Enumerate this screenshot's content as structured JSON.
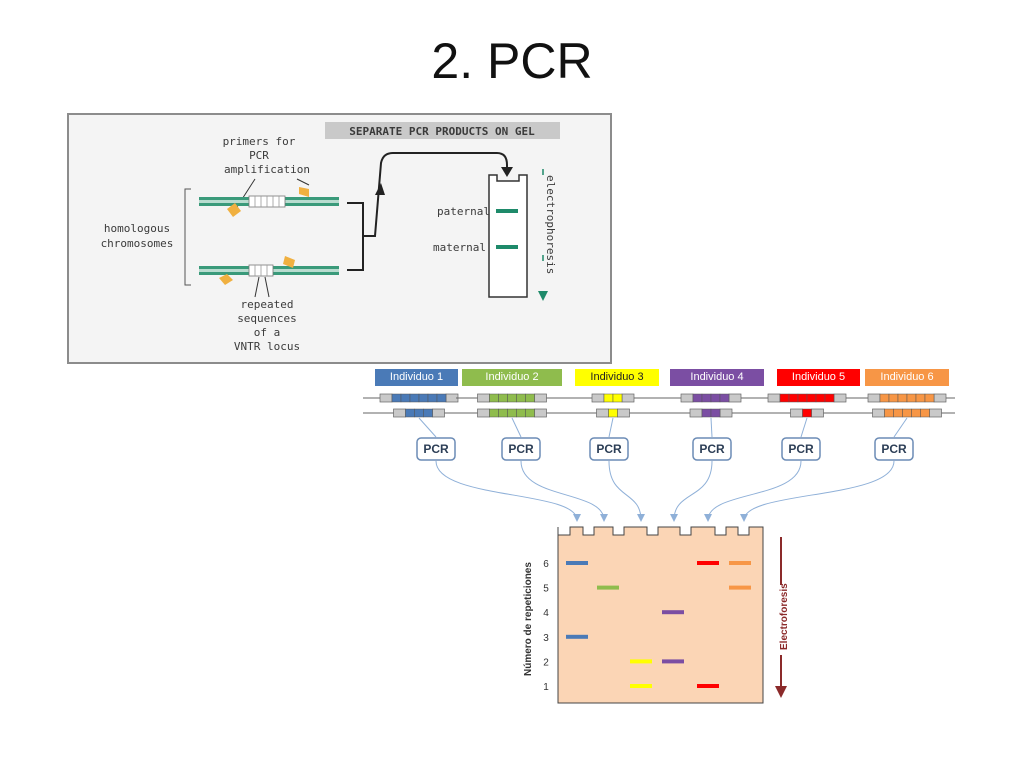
{
  "slide": {
    "title": "2. PCR"
  },
  "top_figure": {
    "header": "SEPARATE PCR PRODUCTS ON GEL",
    "primers_label": [
      "primers for",
      "PCR",
      "amplification"
    ],
    "homologous_label": [
      "homologous",
      "chromosomes"
    ],
    "repeated_label": [
      "repeated",
      "sequences",
      "of a",
      "VNTR locus"
    ],
    "paternal_label": "paternal",
    "maternal_label": "maternal",
    "electrophoresis_label": "electrophoresis",
    "colors": {
      "strand": "#3a9a7a",
      "primer": "#f0b040",
      "band": "#1e8a6a"
    }
  },
  "individuals": [
    {
      "label": "Individuo 1",
      "color": "#4a7ab7",
      "repeats": [
        6,
        3
      ]
    },
    {
      "label": "Individuo  2",
      "color": "#8fbc4d",
      "repeats": [
        5,
        5
      ]
    },
    {
      "label": "Individuo 3",
      "color": "#ffff00",
      "repeats": [
        2,
        1
      ]
    },
    {
      "label": "Individuo  4",
      "color": "#7b4ea3",
      "repeats": [
        4,
        2
      ]
    },
    {
      "label": "Individuo 5",
      "color": "#ff0000",
      "repeats": [
        6,
        1
      ]
    },
    {
      "label": "Individuo 6",
      "color": "#f79646",
      "repeats": [
        6,
        5
      ]
    }
  ],
  "pcr_label": "PCR",
  "gel": {
    "ylabel": "Número de repeticiones",
    "electro_label": "Electroforesis",
    "numbers": [
      "6",
      "5",
      "4",
      "3",
      "2",
      "1"
    ],
    "bg_color": "#fbd5b5",
    "arrow_color": "#8b2a2a"
  },
  "chart_data": {
    "type": "scatter",
    "title": "",
    "xlabel": "",
    "ylabel": "Número de repeticiones",
    "ylim": [
      1,
      6
    ],
    "categories": [
      "Individuo 1",
      "Individuo  2",
      "Individuo 3",
      "Individuo  4",
      "Individuo 5",
      "Individuo 6"
    ],
    "series": [
      {
        "name": "Individuo 1",
        "values": [
          6,
          3
        ]
      },
      {
        "name": "Individuo  2",
        "values": [
          5
        ]
      },
      {
        "name": "Individuo 3",
        "values": [
          2,
          1
        ]
      },
      {
        "name": "Individuo  4",
        "values": [
          4,
          2
        ]
      },
      {
        "name": "Individuo 5",
        "values": [
          6,
          1
        ]
      },
      {
        "name": "Individuo 6",
        "values": [
          6,
          5
        ]
      }
    ]
  }
}
